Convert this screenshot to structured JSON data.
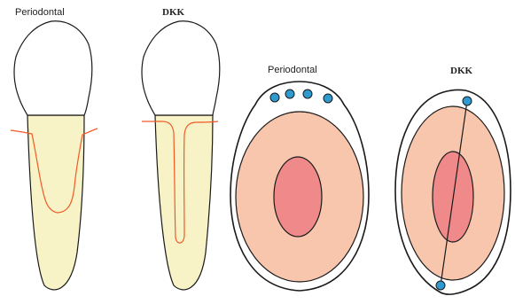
{
  "labels": {
    "tooth1": "Periodontal",
    "tooth2": "DKK",
    "section1": "Periodontal",
    "section2": "DKK"
  },
  "colors": {
    "enamel": "#ffffff",
    "root": "#f7f3c6",
    "red_line": "#f05a28",
    "outline": "#1a1a1a",
    "dentin": "#f8c6ad",
    "pulp": "#f08a8a",
    "dot": "#2e9ad0"
  },
  "icons": {
    "dot": "blue-circle-marker"
  }
}
